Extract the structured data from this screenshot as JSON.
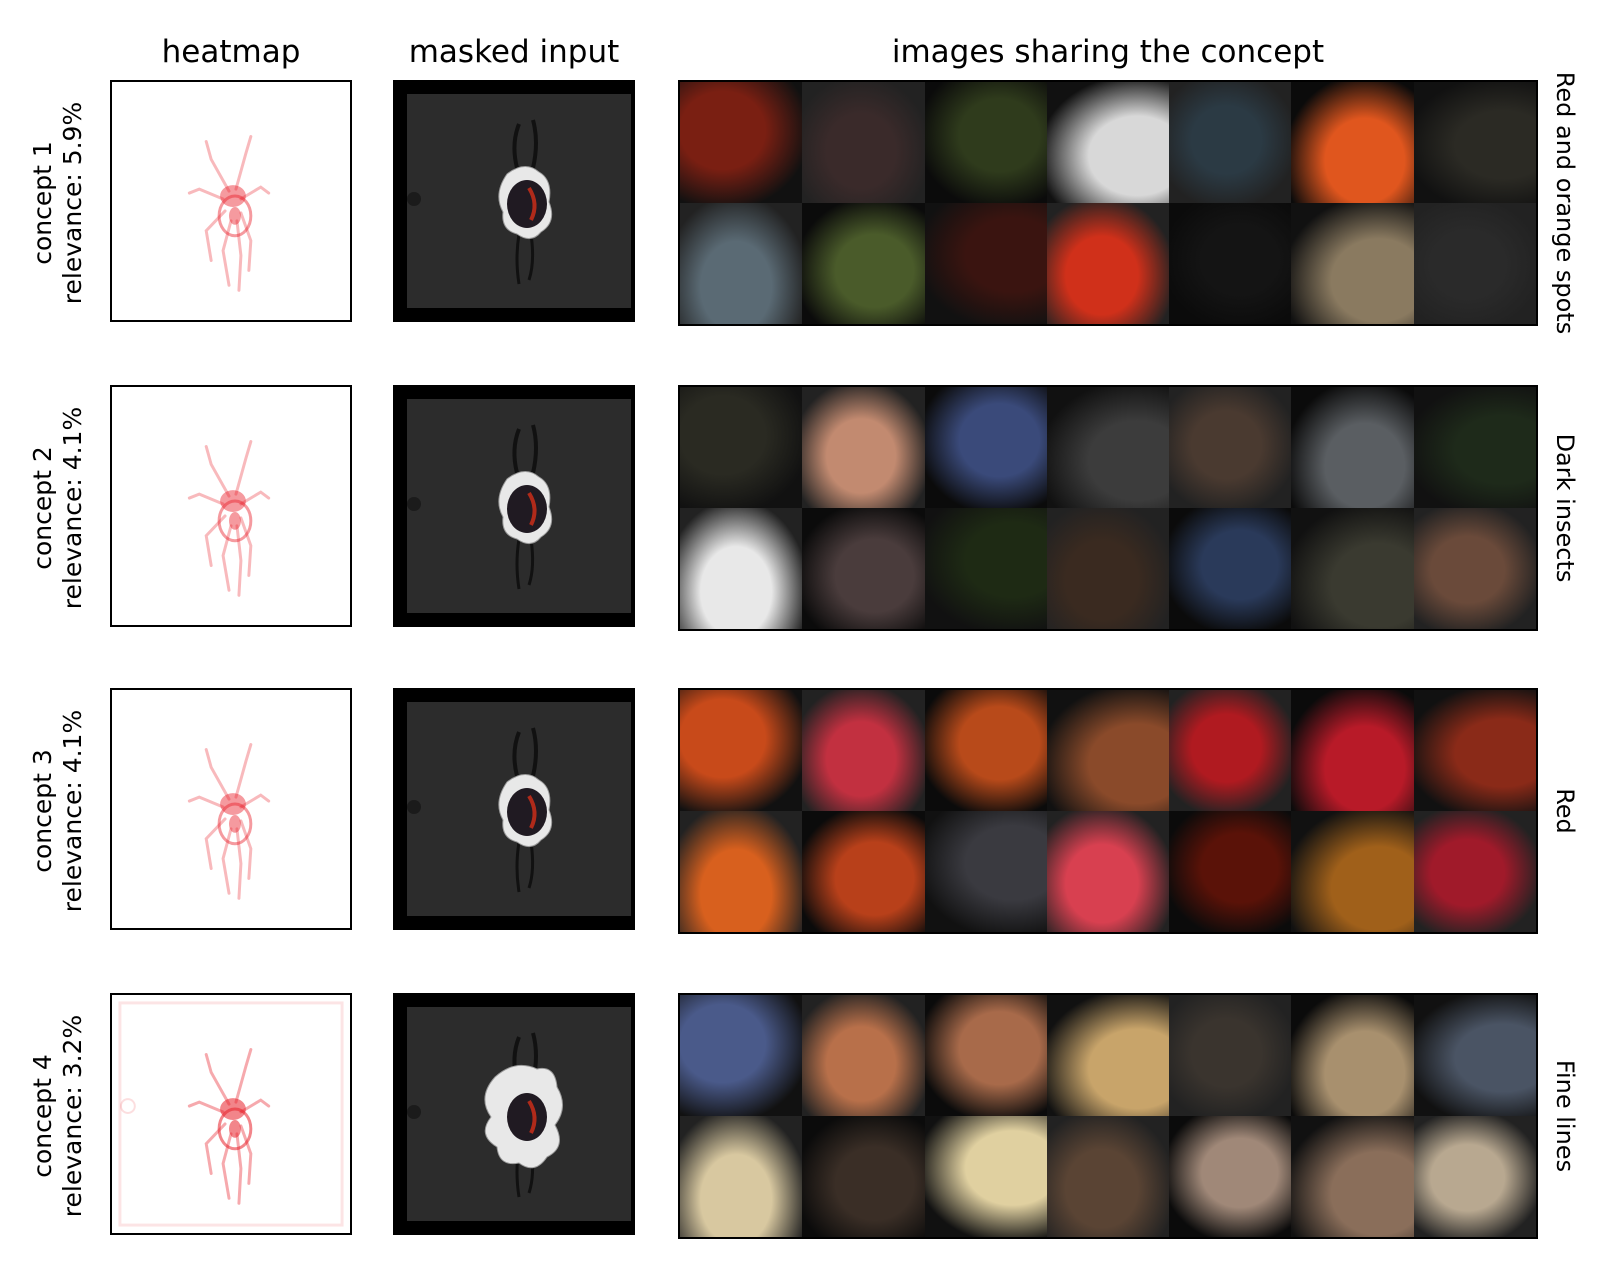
{
  "headers": {
    "heatmap": "heatmap",
    "masked_input": "masked input",
    "images": "images sharing the concept"
  },
  "concepts": [
    {
      "concept_label": "concept 1",
      "relevance_label": "relevance: 5.9%",
      "name": "Red and orange spots",
      "tiles": [
        "#7a1f12",
        "#3a2a2a",
        "#2f3b1c",
        "#d8d8d8",
        "#2b3a44",
        "#e0561e",
        "#2b2a24",
        "#5a6a74",
        "#4a5b2a",
        "#3a1410",
        "#d0301a",
        "#141414",
        "#8a7a60",
        "#2a2a2a"
      ]
    },
    {
      "concept_label": "concept 2",
      "relevance_label": "relevance: 4.1%",
      "name": "Dark insects",
      "tiles": [
        "#2a2a22",
        "#c28a70",
        "#3a4a7a",
        "#3c3c3c",
        "#4a3a30",
        "#5a5e62",
        "#1e2a1a",
        "#e8e8e8",
        "#4a3c3c",
        "#1e2a14",
        "#3a2a20",
        "#2a3a5a",
        "#3a3a30",
        "#6a4a3a"
      ]
    },
    {
      "concept_label": "concept 3",
      "relevance_label": "relevance: 4.1%",
      "name": "Red",
      "tiles": [
        "#c84a1a",
        "#c23040",
        "#b84a1a",
        "#8a4a2a",
        "#b01a20",
        "#b81a28",
        "#8a2a18",
        "#d8601e",
        "#b8401a",
        "#3a3a40",
        "#d84050",
        "#5a1208",
        "#a0601a",
        "#a01a2a"
      ]
    },
    {
      "concept_label": "concept 4",
      "relevance_label": "relevance: 3.2%",
      "name": "Fine lines",
      "tiles": [
        "#4a5a8a",
        "#b8704a",
        "#a86a4a",
        "#c8a46a",
        "#3a342e",
        "#a8906e",
        "#4a5464",
        "#d8c8a0",
        "#3a2e26",
        "#e0d0a0",
        "#5a4434",
        "#a08878",
        "#8a6e5a",
        "#b8a890"
      ]
    }
  ]
}
